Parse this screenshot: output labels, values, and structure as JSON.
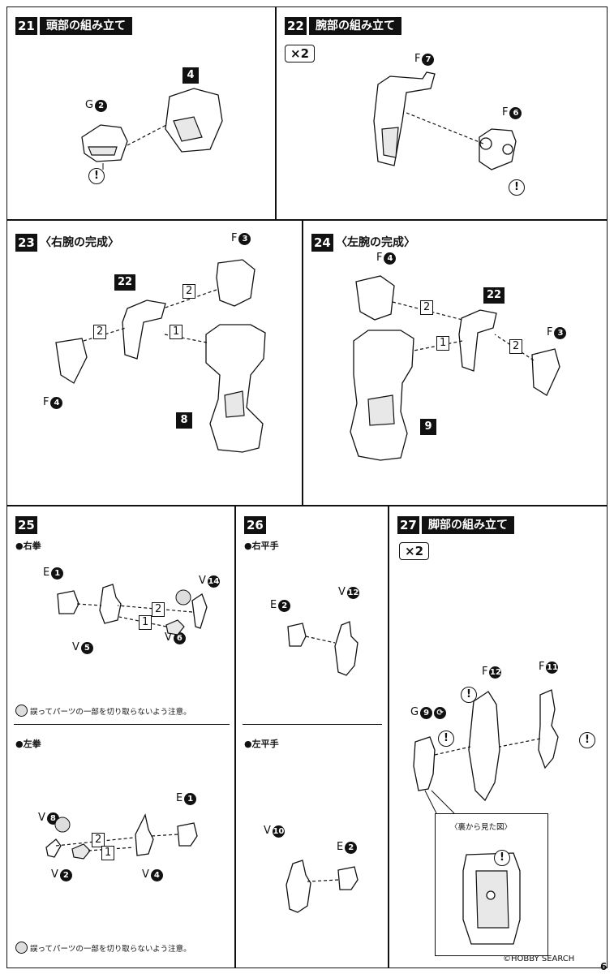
{
  "steps": {
    "s21": {
      "num": "21",
      "title": "頭部の組み立て"
    },
    "s22": {
      "num": "22",
      "title": "腕部の組み立て",
      "multiplier": "×2"
    },
    "s23": {
      "num": "23",
      "title": "〈右腕の完成〉"
    },
    "s24": {
      "num": "24",
      "title": "〈左腕の完成〉"
    },
    "s25": {
      "num": "25",
      "sub_top": "●右拳",
      "sub_bottom": "●左拳"
    },
    "s26": {
      "num": "26",
      "sub_top": "●右平手",
      "sub_bottom": "●左平手"
    },
    "s27": {
      "num": "27",
      "title": "脚部の組み立て",
      "multiplier": "×2",
      "inset_title": "〈裏から見た図〉"
    }
  },
  "labels": {
    "s21": {
      "g": "G",
      "g_num": "2",
      "assembly": "4"
    },
    "s22": {
      "f7": "F",
      "f7_num": "7",
      "f6": "F",
      "f6_num": "6"
    },
    "s23": {
      "f3": "F",
      "f3_num": "3",
      "f4": "F",
      "f4_num": "4",
      "ref22": "22",
      "ref8": "8",
      "order1": "1",
      "order2a": "2",
      "order2b": "2"
    },
    "s24": {
      "f4": "F",
      "f4_num": "4",
      "f3": "F",
      "f3_num": "3",
      "ref22": "22",
      "ref9": "9",
      "order1": "1",
      "order2a": "2",
      "order2b": "2"
    },
    "s25": {
      "e1": "E",
      "e1_num": "1",
      "v14": "V",
      "v14_num": "14",
      "v5": "V",
      "v5_num": "5",
      "v6": "V",
      "v6_num": "6",
      "order1": "1",
      "order2": "2",
      "l_v8": "V",
      "l_v8_num": "8",
      "l_e1": "E",
      "l_e1_num": "1",
      "l_v2": "V",
      "l_v2_num": "2",
      "l_v4": "V",
      "l_v4_num": "4",
      "l_order1": "1",
      "l_order2": "2"
    },
    "s26": {
      "e2": "E",
      "e2_num": "2",
      "v12": "V",
      "v12_num": "12",
      "v10": "V",
      "v10_num": "10",
      "l_e2": "E",
      "l_e2_num": "2"
    },
    "s27": {
      "f12": "F",
      "f12_num": "12",
      "f11": "F",
      "f11_num": "11",
      "g9": "G",
      "g9_num": "9"
    }
  },
  "notes": {
    "caution": "誤ってパーツの一部を切り取らないよう注意。",
    "caution2": "誤ってパーツの一部を切り取らないよう注意。"
  },
  "footer": {
    "watermark": "©HOBBY SEARCH",
    "page": "6"
  }
}
